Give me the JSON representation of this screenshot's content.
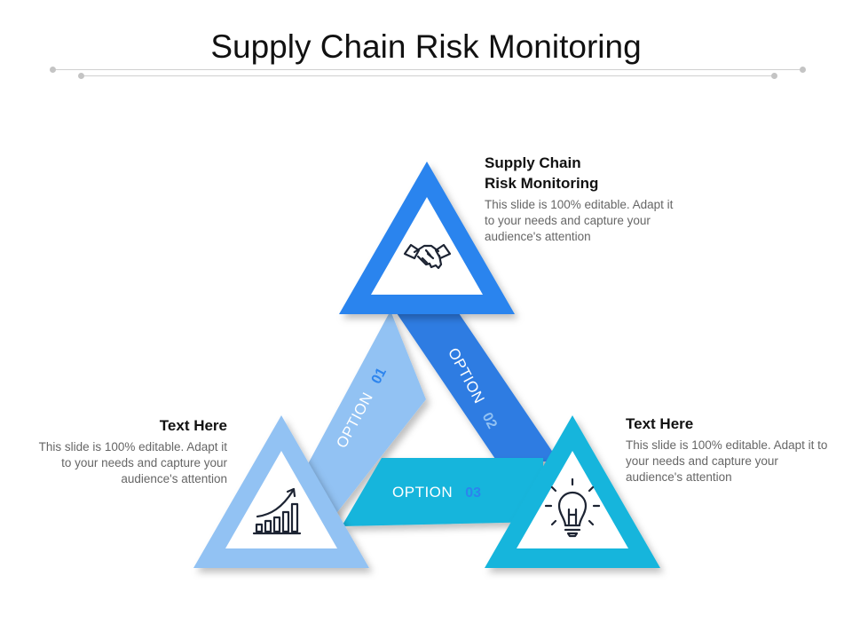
{
  "title": "Supply Chain Risk Monitoring",
  "colors": {
    "blue_dark": "#2C84EE",
    "blue_medium": "#2F7CE2",
    "blue_light": "#92C2F3",
    "cyan": "#16B5DC",
    "icon_stroke": "#1d2433"
  },
  "options": [
    {
      "label": "OPTION",
      "number": "01"
    },
    {
      "label": "OPTION",
      "number": "02"
    },
    {
      "label": "OPTION",
      "number": "03"
    }
  ],
  "blocks": {
    "top": {
      "title_line1": "Supply Chain",
      "title_line2": "Risk Monitoring",
      "body": "This slide is 100% editable. Adapt it to your needs and capture your audience's attention"
    },
    "left": {
      "title": "Text Here",
      "body": "This slide is 100% editable. Adapt it to your needs and capture your audience's attention"
    },
    "right": {
      "title": "Text Here",
      "body": "This slide is 100% editable. Adapt it to your needs and capture your audience's attention"
    }
  },
  "icons": {
    "top": "handshake-icon",
    "left": "growth-chart-icon",
    "right": "lightbulb-icon"
  }
}
